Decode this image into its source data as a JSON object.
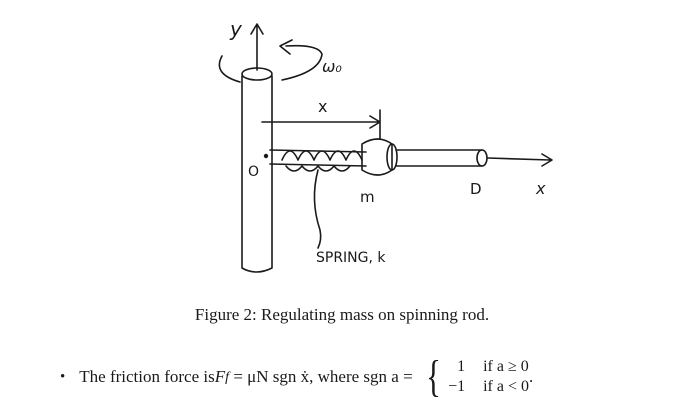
{
  "figure": {
    "labels": {
      "y_axis": "y",
      "omega": "ω₀",
      "x_distance": "x",
      "origin": "O",
      "mass": "m",
      "end_d": "D",
      "x_axis": "x",
      "spring": "SPRING, k"
    }
  },
  "caption": "Figure 2: Regulating mass on spinning rod.",
  "friction": {
    "bullet": "•",
    "lead_text": "The friction force is ",
    "formula_lhs": "F",
    "formula_sub": "f",
    "formula_rhs": " = μN sgn ẋ, where sgn a = ",
    "cases": [
      {
        "value": "1",
        "condition": "if a ≥ 0"
      },
      {
        "value": "−1",
        "condition": "if a < 0"
      }
    ],
    "end_punct": "."
  }
}
